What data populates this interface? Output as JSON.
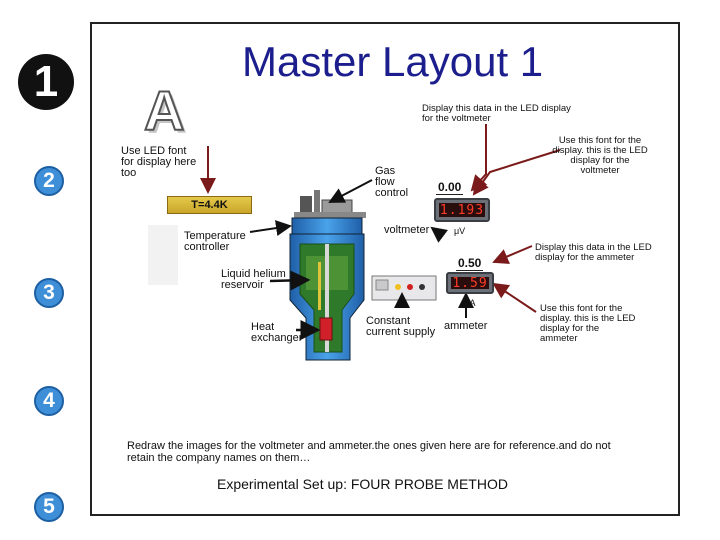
{
  "title": "Master Layout 1",
  "letter": "A",
  "steps": [
    "1",
    "2",
    "3",
    "4",
    "5"
  ],
  "notes": {
    "led_font_note": "Use  LED font for display here too",
    "voltmeter_data_note": "Display this data in the LED display for the voltmeter",
    "voltmeter_font_note": "Use this font for the display. this is the LED display for the voltmeter",
    "ammeter_data_note": "Display this data in the LED display for the ammeter",
    "ammeter_font_note": "Use this font for the display. this is the LED display for the  ammeter",
    "redraw_note": "Redraw the images for the voltmeter and ammeter.the ones given here are for reference.and do not retain the company names on them…"
  },
  "labels": {
    "temperature_display": "T=4.4K",
    "temperature_controller": "Temperature controller",
    "gas_flow": "Gas flow control",
    "voltmeter": "voltmeter",
    "liquid_helium": "Liquid helium reservoir",
    "heat_exchanger": "Heat exchanger",
    "constant_current": "Constant current supply",
    "ammeter": "ammeter"
  },
  "readouts": {
    "voltmeter_value": "0.00",
    "voltmeter_unit": "μV",
    "voltmeter_screen": "1.193",
    "ammeter_value": "0.50",
    "ammeter_unit": "mA",
    "ammeter_screen": "1.59"
  },
  "caption": "Experimental Set up: FOUR PROBE METHOD",
  "colors": {
    "title": "#1b1e8c",
    "step_blue": "#3f8fd8",
    "arrow_dark": "#111111",
    "arrow_red": "#7a1a1a",
    "cryostat_blue": "#2d7fd0",
    "reservoir_green": "#2f7a2a",
    "temp_bar": "#d9b83a",
    "led_red": "#ff3c28"
  }
}
